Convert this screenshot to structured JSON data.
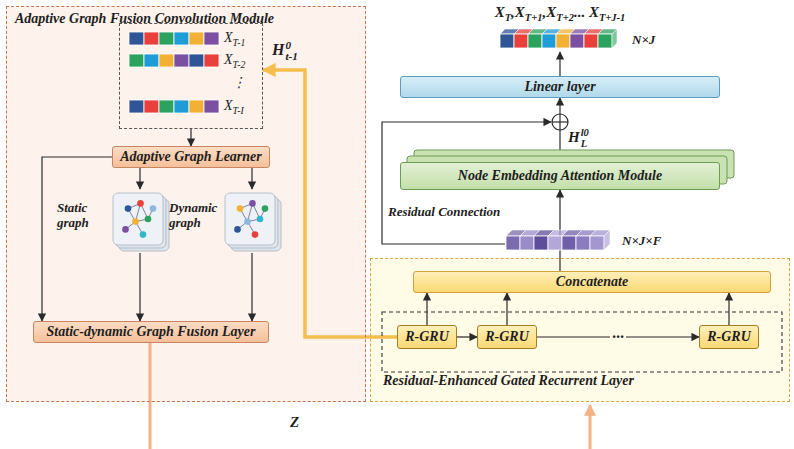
{
  "diagram": {
    "nodes": [
      {
        "text": [
          "Adaptive Graph Fusion Convolution Module"
        ]
      },
      {
        "text": [
          "XT-1",
          "XT-2",
          "⋮",
          "XT-I"
        ],
        "in": 0
      },
      {
        "text": [
          "Adaptive Graph Learner"
        ],
        "in": 0
      },
      {
        "text": [
          "Static graph"
        ],
        "in": 0
      },
      {
        "text": [
          "Dynamic graph"
        ],
        "in": 0
      },
      {
        "text": [
          "Static-dynamic Graph Fusion Layer"
        ],
        "in": 0
      },
      {
        "text": [
          "Residual-Enhanced Gated Recurrent Layer"
        ]
      },
      {
        "text": [
          "Concatenate"
        ],
        "in": 6
      },
      {
        "text": [
          "R-GRU"
        ],
        "in": 6
      },
      {
        "text": [
          "R-GRU"
        ],
        "in": 6
      },
      {
        "text": [
          "R-GRU"
        ],
        "in": 6
      },
      {
        "text": [
          "Node Embedding Attention Module"
        ]
      },
      {
        "text": [
          "Linear layer"
        ]
      }
    ],
    "edges": [
      {
        "from": 1,
        "to": 2,
        "arrow": "to"
      },
      {
        "from": 2,
        "to": 3,
        "arrow": "to"
      },
      {
        "from": 2,
        "to": 4,
        "arrow": "to"
      },
      {
        "from": 3,
        "to": 5,
        "arrow": "to"
      },
      {
        "from": 4,
        "to": 5,
        "arrow": "to"
      },
      {
        "from": 2,
        "to": 5,
        "arrow": "to"
      },
      {
        "from": 8,
        "to": 9,
        "arrow": "to"
      },
      {
        "from": 9,
        "to": 10,
        "arrow": "to",
        "label": "···"
      },
      {
        "from": 8,
        "to": 7,
        "arrow": "to"
      },
      {
        "from": 9,
        "to": 7,
        "arrow": "to"
      },
      {
        "from": 10,
        "to": 7,
        "arrow": "to"
      },
      {
        "from": 7,
        "to": 11,
        "arrow": "to"
      },
      {
        "from": 11,
        "to": 12,
        "arrow": "to"
      },
      {
        "from": 8,
        "to": 1,
        "arrow": "to",
        "label": "H0t-1"
      }
    ],
    "labels": [
      "XT,XT+1,XT+2... XT+J-1",
      "N×J",
      "Hl0L",
      "N×J×F",
      "Residual Connection",
      "Z"
    ]
  }
}
